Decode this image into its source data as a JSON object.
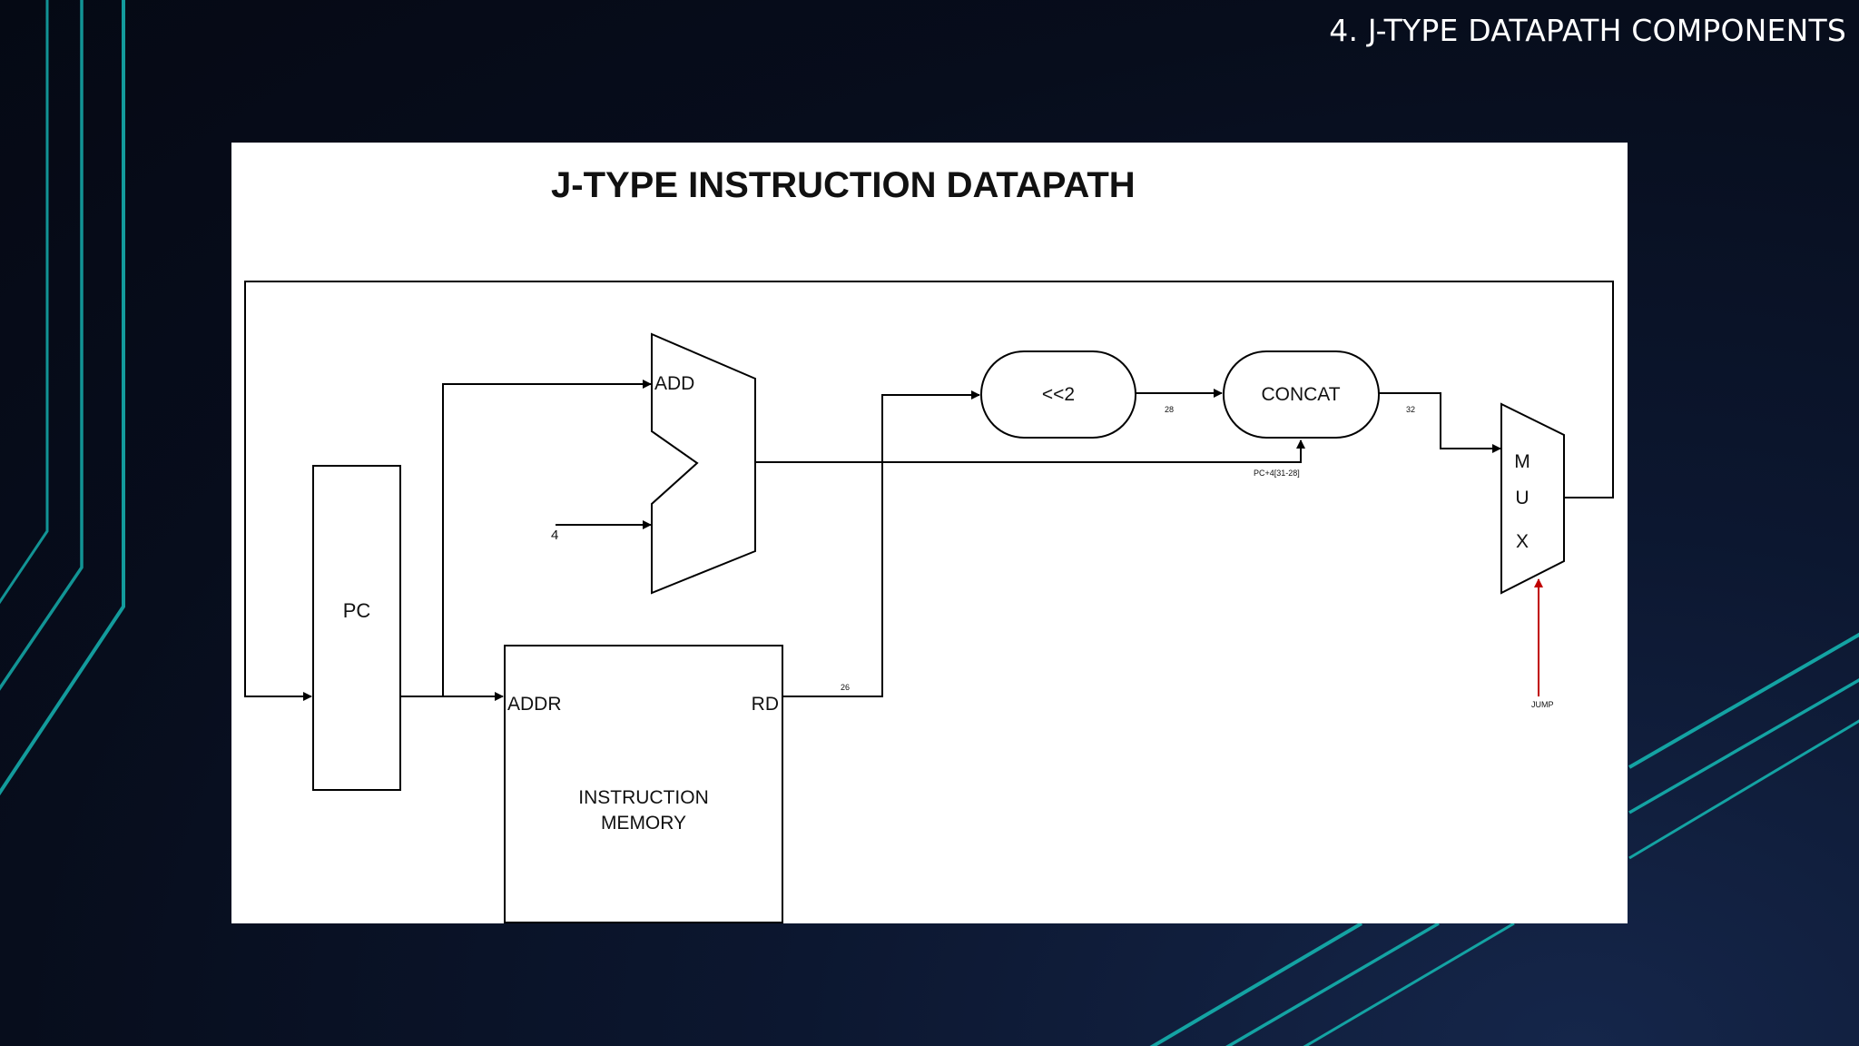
{
  "slide": {
    "heading": "4. J-TYPE DATAPATH COMPONENTS"
  },
  "diagram": {
    "title": "J-TYPE INSTRUCTION DATAPATH",
    "pc_label": "PC",
    "adder_label": "ADD",
    "adder_const": "4",
    "imem_addr": "ADDR",
    "imem_rd": "RD",
    "imem_name_line1": "INSTRUCTION",
    "imem_name_line2": "MEMORY",
    "shift_label": "<<2",
    "concat_label": "CONCAT",
    "mux_m": "M",
    "mux_u": "U",
    "mux_x": "X",
    "bits_rd": "26",
    "bits_shift": "28",
    "bits_concat": "32",
    "pc4_label": "PC+4[31-28]",
    "jump_label": "JUMP"
  },
  "colors": {
    "accent_lines": "#14a3a3",
    "panel": "#ffffff",
    "wire": "#000000",
    "jump_signal": "#c00000"
  }
}
